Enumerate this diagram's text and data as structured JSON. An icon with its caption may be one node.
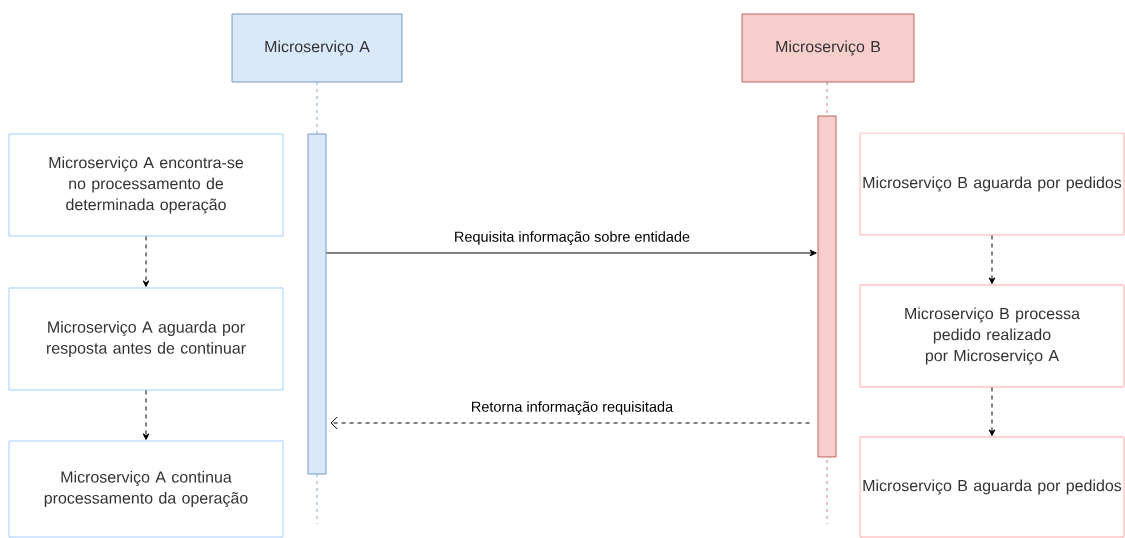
{
  "diagram": {
    "nodes": [
      {
        "text": [
          "Microserviço A"
        ]
      },
      {
        "text": [],
        "shape": "bar"
      },
      {
        "text": [
          "Microserviço B"
        ]
      },
      {
        "text": [],
        "shape": "bar"
      },
      {
        "text": [
          "Microserviço A encontra-se no processamento de determinada operação"
        ]
      },
      {
        "text": [
          "Microserviço A aguarda por resposta antes de continuar"
        ]
      },
      {
        "text": [
          "Microserviço A continua processamento da operação"
        ]
      },
      {
        "text": [
          "Microserviço B aguarda por pedidos"
        ]
      },
      {
        "text": [
          "Microserviço B processa pedido realizado por Microserviço A"
        ]
      },
      {
        "text": [
          "Microserviço B aguarda por pedidos"
        ]
      }
    ],
    "edges": [
      {
        "from": 1,
        "to": 3,
        "arrow": "to",
        "label": "Requisita informação sobre entidade"
      },
      {
        "from": 3,
        "to": 1,
        "arrow": "to",
        "label": "Retorna informação requisitada",
        "style": "dashed"
      },
      {
        "from": 4,
        "to": 5,
        "arrow": "to",
        "style": "dashed"
      },
      {
        "from": 5,
        "to": 6,
        "arrow": "to",
        "style": "dashed"
      },
      {
        "from": 7,
        "to": 8,
        "arrow": "to",
        "style": "dashed"
      },
      {
        "from": 8,
        "to": 9,
        "arrow": "to",
        "style": "dashed"
      }
    ]
  }
}
